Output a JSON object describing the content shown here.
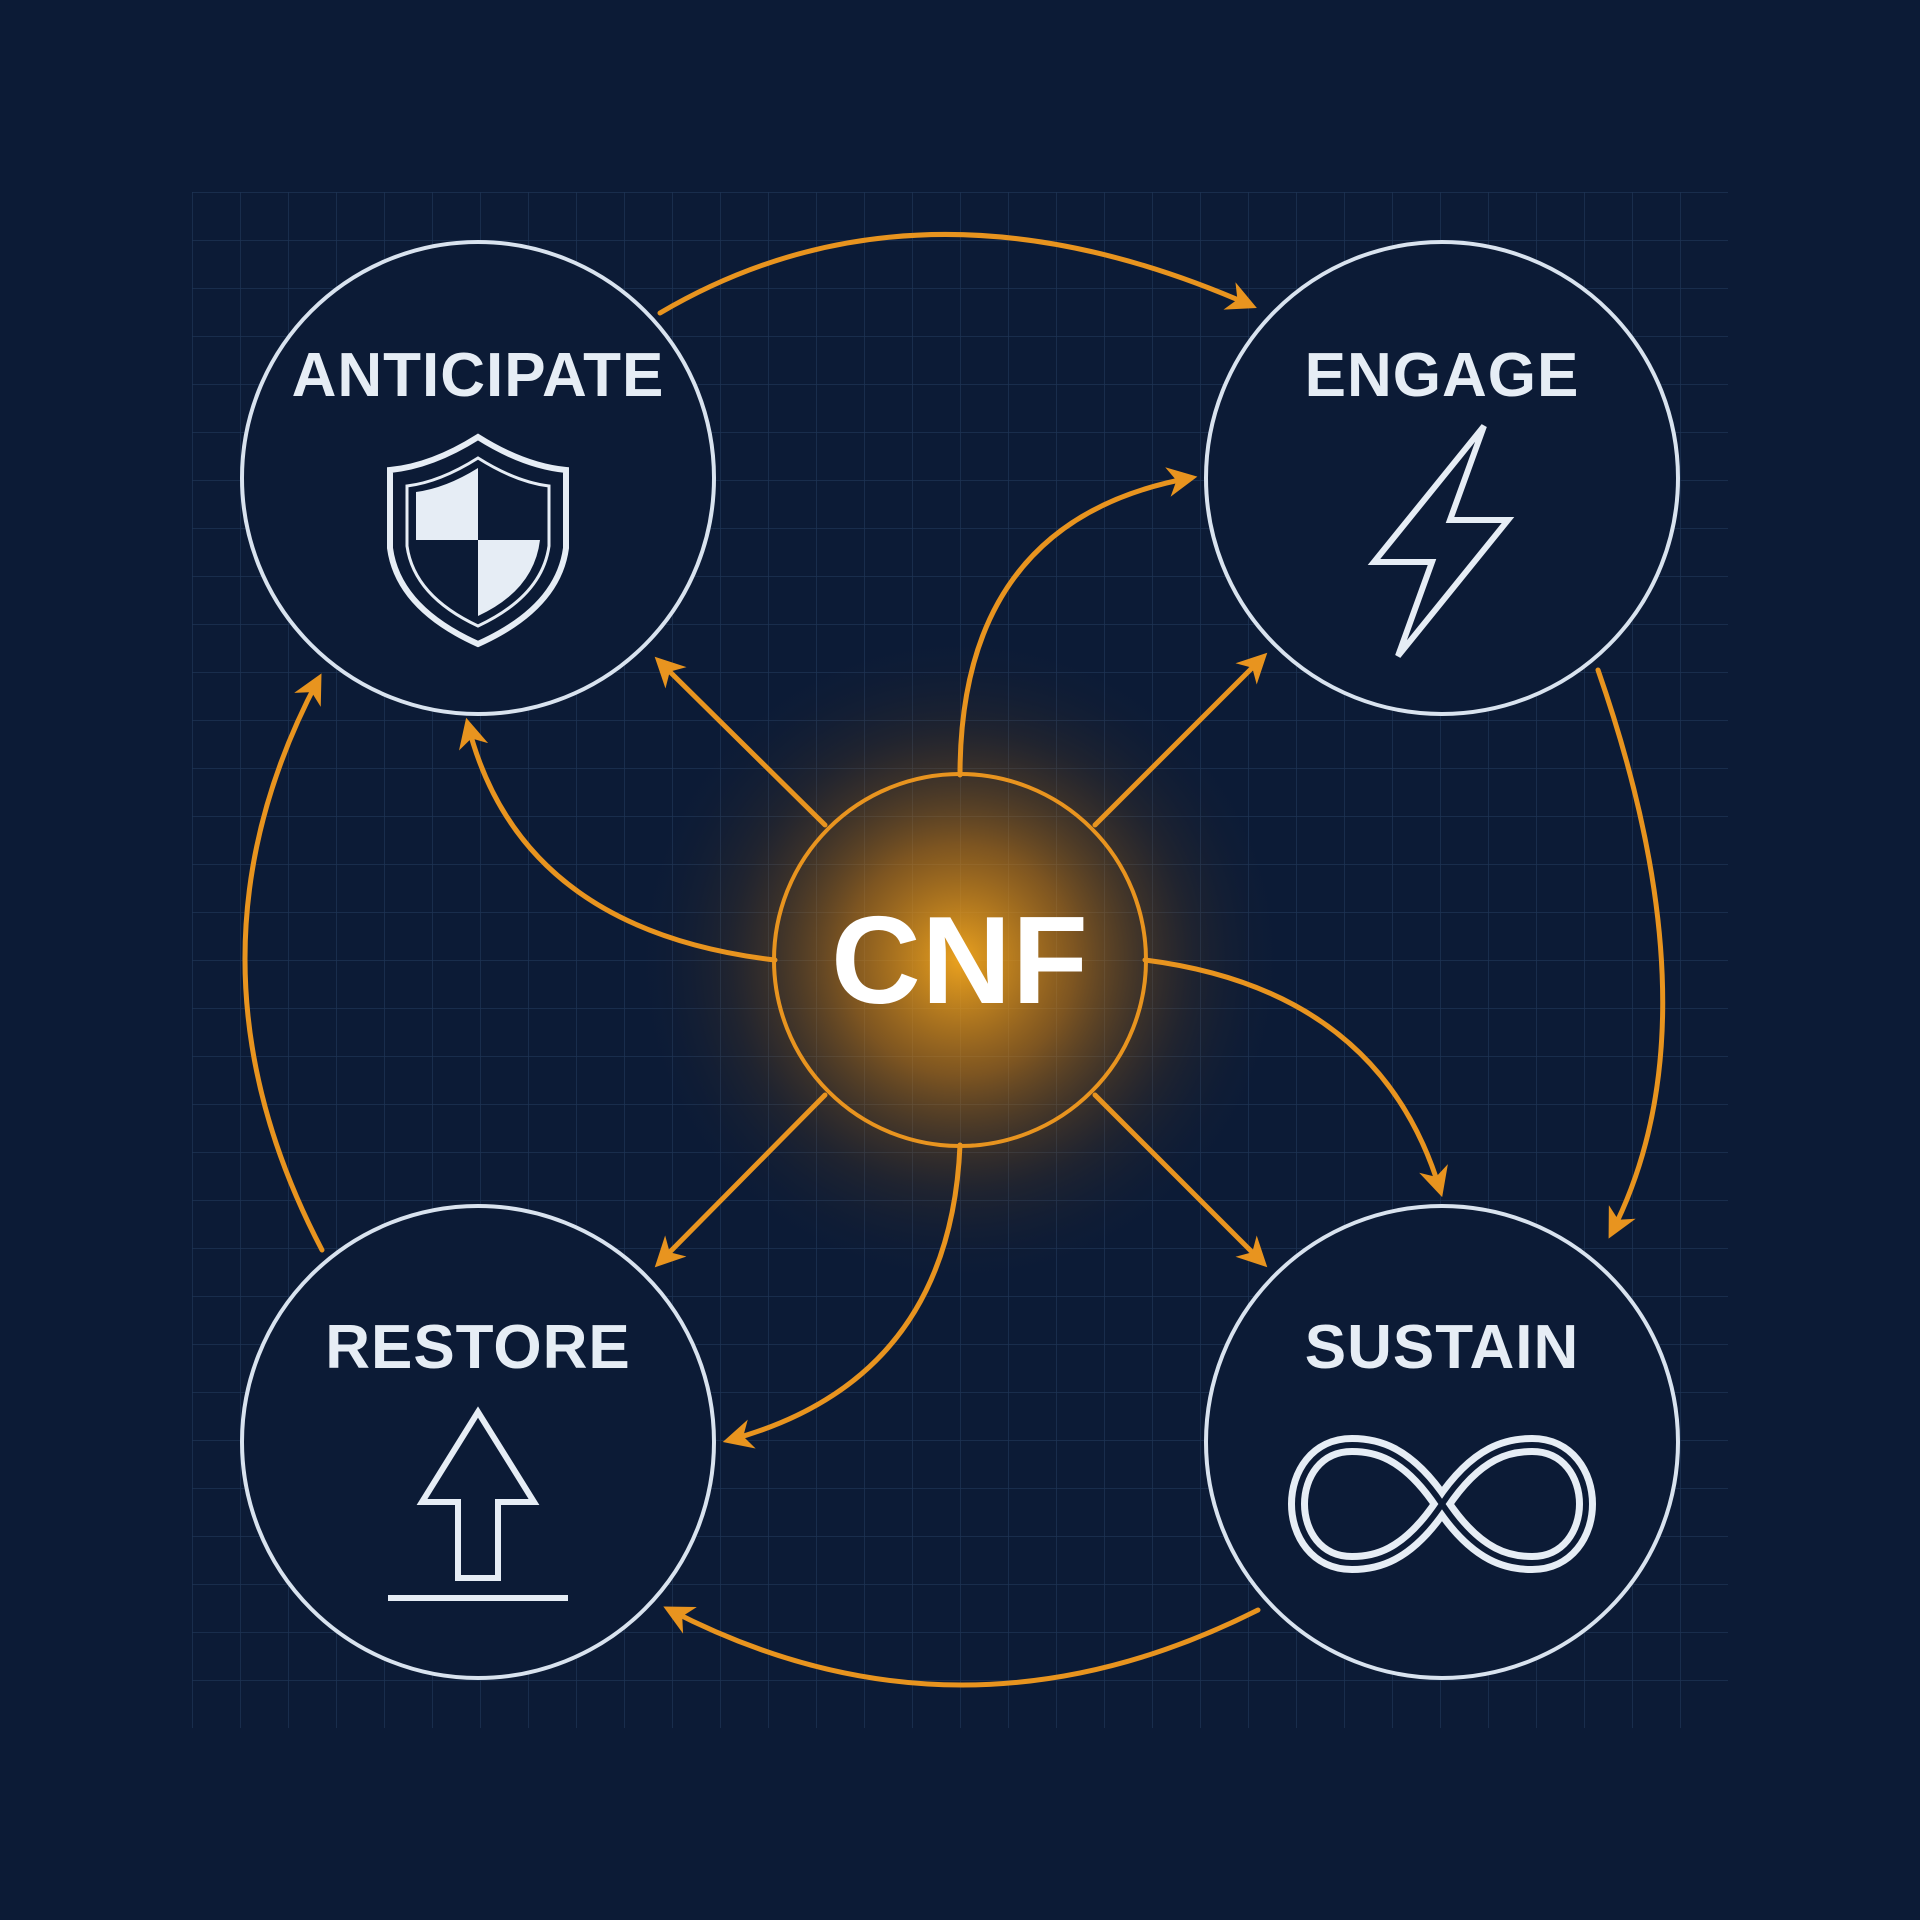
{
  "diagram": {
    "center": {
      "label": "CNF"
    },
    "nodes": [
      {
        "key": "anticipate",
        "label": "ANTICIPATE",
        "icon": "shield-icon"
      },
      {
        "key": "engage",
        "label": "ENGAGE",
        "icon": "lightning-bolt-icon"
      },
      {
        "key": "restore",
        "label": "RESTORE",
        "icon": "upload-arrow-icon"
      },
      {
        "key": "sustain",
        "label": "SUSTAIN",
        "icon": "infinity-icon"
      }
    ]
  },
  "colors": {
    "background": "#0c1b36",
    "grid": "#1d3354",
    "node_stroke": "#d9e3ef",
    "accent": "#e8941f",
    "text": "#e6edf5"
  }
}
